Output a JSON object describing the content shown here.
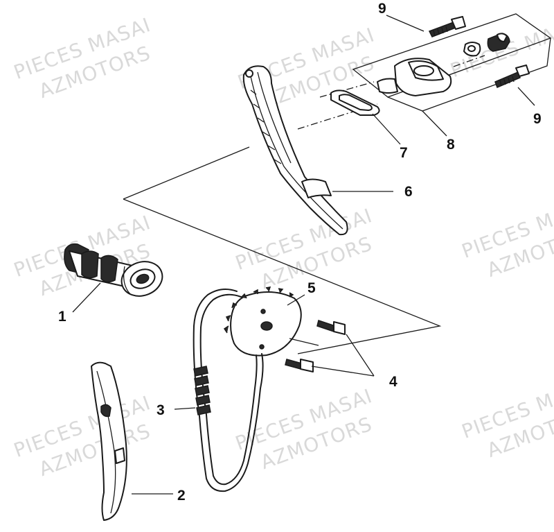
{
  "watermark": {
    "line1": "PIECES MASAI",
    "line2": "AZMOTORS"
  },
  "callouts": {
    "c1": "1",
    "c2": "2",
    "c3": "3",
    "c4": "4",
    "c5": "5",
    "c6": "6",
    "c7": "7",
    "c8": "8",
    "c9a": "9",
    "c9b": "9"
  },
  "colors": {
    "ink": "#1a1a1a",
    "watermark": "#d9d9d9",
    "background": "#ffffff"
  }
}
